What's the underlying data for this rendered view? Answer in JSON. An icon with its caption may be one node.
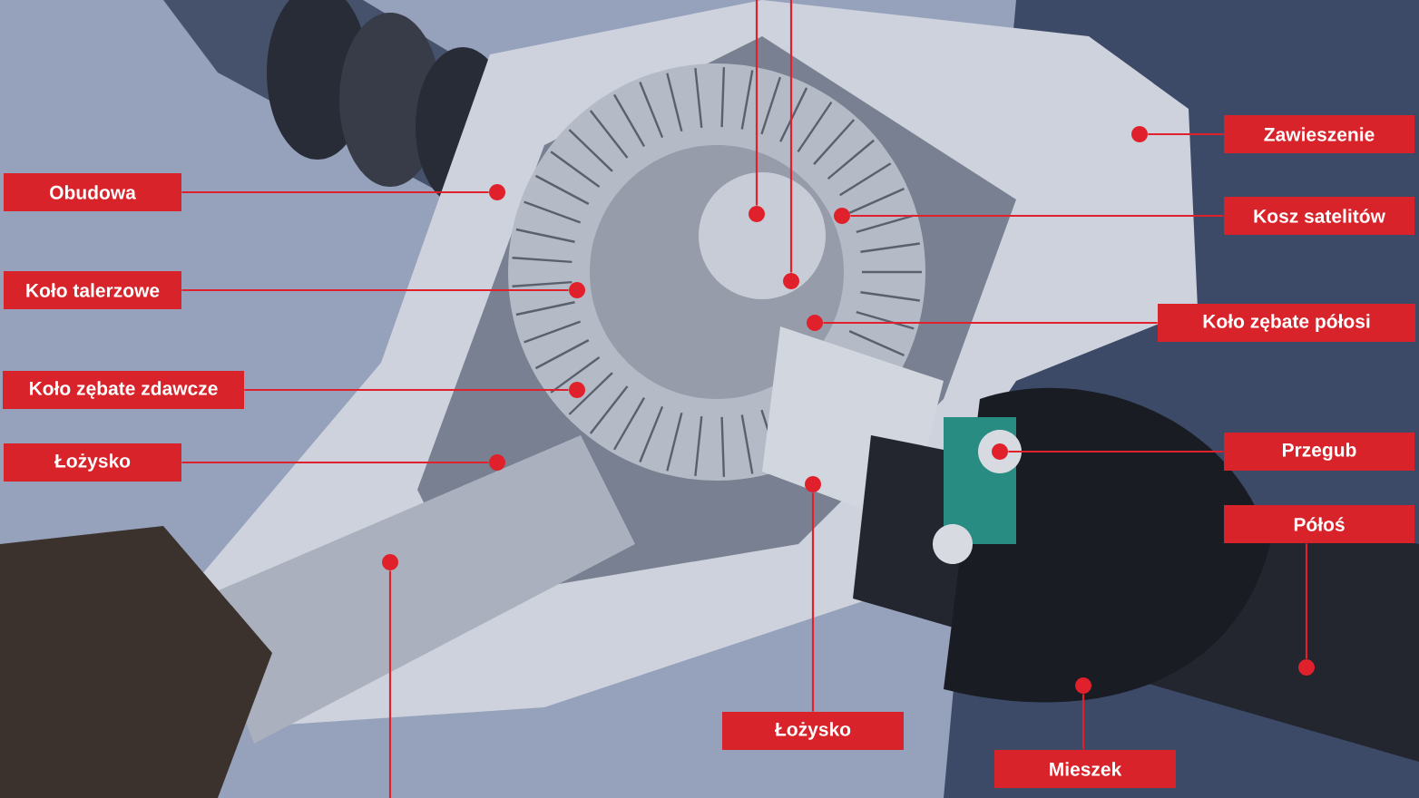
{
  "diagram": {
    "nodes": [
      {
        "text": [
          "Obudowa"
        ]
      },
      {
        "text": [
          "Koło talerzowe"
        ]
      },
      {
        "text": [
          "Koło zębate zdawcze"
        ]
      },
      {
        "text": [
          "Łożysko"
        ]
      },
      {
        "text": [
          "Zawieszenie"
        ]
      },
      {
        "text": [
          "Kosz satelitów"
        ]
      },
      {
        "text": [
          "Koło zębate półosi"
        ]
      },
      {
        "text": [
          "Przegub"
        ]
      },
      {
        "text": [
          "Półoś"
        ]
      },
      {
        "text": [
          "Łożysko"
        ]
      },
      {
        "text": [
          "Mieszek"
        ]
      },
      {
        "text": [],
        "shape": "circle"
      },
      {
        "text": [],
        "shape": "circle"
      },
      {
        "text": [],
        "shape": "circle"
      },
      {
        "text": [],
        "shape": "circle"
      },
      {
        "text": [],
        "shape": "circle"
      },
      {
        "text": [],
        "shape": "circle"
      },
      {
        "text": [],
        "shape": "circle"
      },
      {
        "text": [],
        "shape": "circle"
      },
      {
        "text": [],
        "shape": "circle"
      },
      {
        "text": [],
        "shape": "circle"
      },
      {
        "text": [],
        "shape": "circle"
      },
      {
        "text": [],
        "shape": "circle"
      },
      {
        "text": [],
        "shape": "circle"
      },
      {
        "text": [],
        "shape": "circle"
      }
    ],
    "edges": [
      {
        "from": 0,
        "to": 12,
        "arrow": "none"
      },
      {
        "from": 1,
        "to": 14,
        "arrow": "none"
      },
      {
        "from": 2,
        "to": 15,
        "arrow": "none"
      },
      {
        "from": 3,
        "to": 13,
        "arrow": "none"
      },
      {
        "from": 4,
        "to": 23,
        "arrow": "none"
      },
      {
        "from": 5,
        "to": 20,
        "arrow": "none"
      },
      {
        "from": 6,
        "to": 19,
        "arrow": "none"
      },
      {
        "from": 7,
        "to": 21,
        "arrow": "none"
      },
      {
        "from": 8,
        "to": 24,
        "arrow": "none"
      },
      {
        "from": 9,
        "to": 18,
        "arrow": "none"
      },
      {
        "from": 10,
        "to": 22,
        "arrow": "none"
      },
      {
        "from": null,
        "to": 16,
        "arrow": "none"
      },
      {
        "from": null,
        "to": 17,
        "arrow": "none"
      },
      {
        "from": null,
        "to": 11,
        "arrow": "none"
      }
    ]
  }
}
